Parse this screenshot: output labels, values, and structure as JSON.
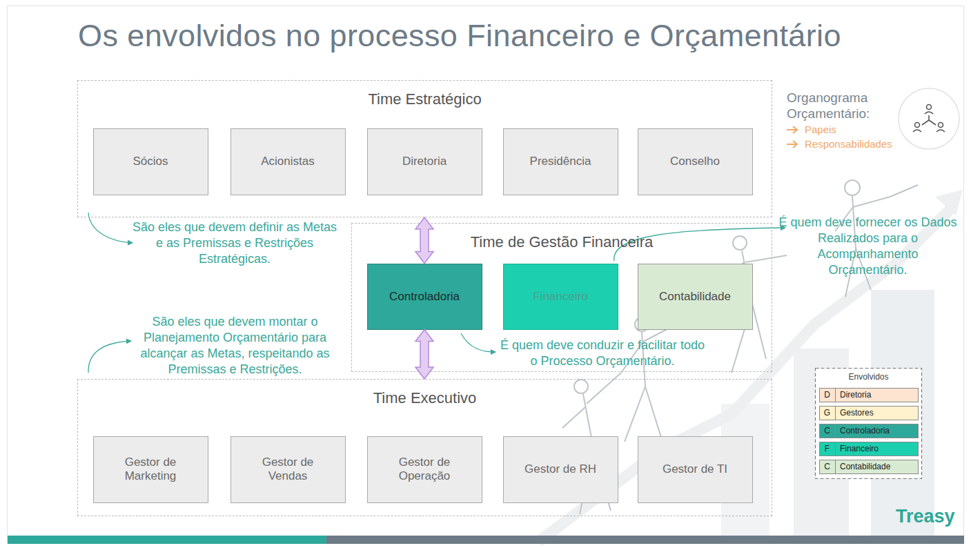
{
  "diagram": {
    "title": "Os envolvidos no processo Financeiro e Orçamentário",
    "nodes": [
      {
        "text": [
          "Time Estratégico"
        ]
      },
      {
        "text": [
          "Sócios"
        ],
        "in": 0
      },
      {
        "text": [
          "Acionistas"
        ],
        "in": 0
      },
      {
        "text": [
          "Diretoria"
        ],
        "in": 0
      },
      {
        "text": [
          "Presidência"
        ],
        "in": 0
      },
      {
        "text": [
          "Conselho"
        ],
        "in": 0
      },
      {
        "text": [
          "Time de Gestão Financeira"
        ]
      },
      {
        "text": [
          "Controladoria"
        ],
        "in": 6
      },
      {
        "text": [
          "Financeiro"
        ],
        "in": 6
      },
      {
        "text": [
          "Contabilidade"
        ],
        "in": 6
      },
      {
        "text": [
          "Time Executivo"
        ]
      },
      {
        "text": [
          "Gestor de Marketing"
        ],
        "in": 10
      },
      {
        "text": [
          "Gestor de Vendas"
        ],
        "in": 10
      },
      {
        "text": [
          "Gestor de Operação"
        ],
        "in": 10
      },
      {
        "text": [
          "Gestor de RH"
        ],
        "in": 10
      },
      {
        "text": [
          "Gestor de TI"
        ],
        "in": 10
      }
    ],
    "edges": [
      {
        "from": 0,
        "to": 7,
        "arrow": "both"
      },
      {
        "from": 7,
        "to": 10,
        "arrow": "both"
      }
    ],
    "labels": [
      "Organograma Orçamentário:",
      "Papeis",
      "Responsabilidades",
      "São eles que devem definir as Metas e as Premissas e Restrições Estratégicas.",
      "É quem deve fornecer os Dados Realizados para o Acompanhamento Orçamentário.",
      "São eles que devem montar o Planejamento Orçamentário para alcançar as Metas, respeitando as Premissas e Restrições.",
      "É quem deve conduzir e facilitar todo o Processo Orçamentário.",
      "Envolvidos",
      "D",
      "G",
      "C",
      "F",
      "C",
      "Treasy"
    ],
    "legend": [
      {
        "text": "Diretoria",
        "color": "#fce4d0"
      },
      {
        "text": "Gestores",
        "color": "#fff2cc"
      },
      {
        "text": "Controladoria",
        "color": "#2ea89a"
      },
      {
        "text": "Financeiro",
        "color": "#1ccfaf"
      },
      {
        "text": "Contabilidade",
        "color": "#d9ead3"
      }
    ]
  }
}
